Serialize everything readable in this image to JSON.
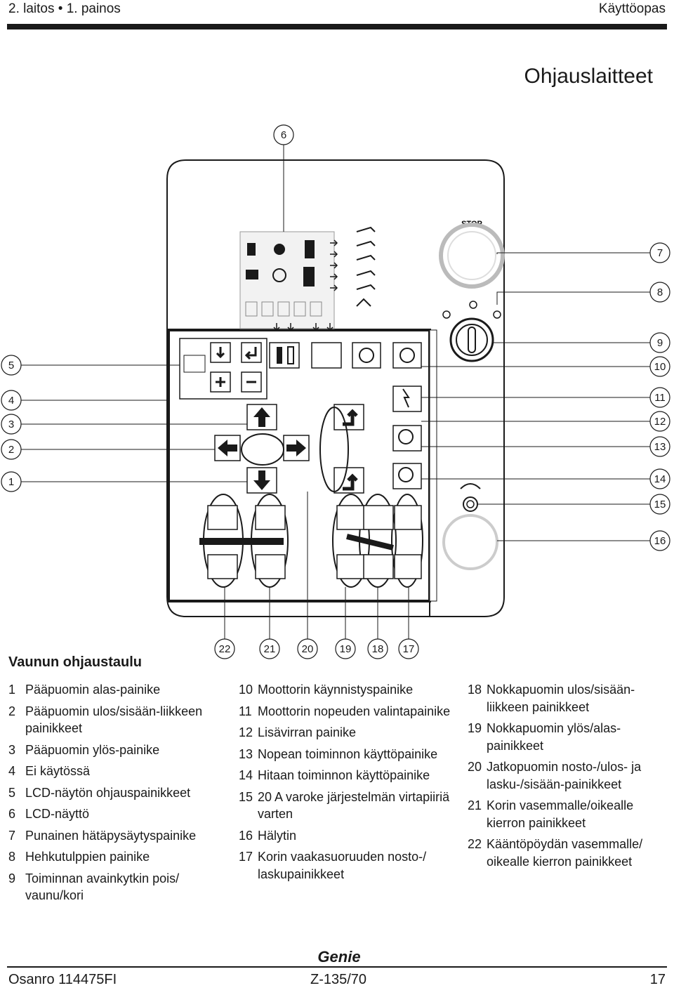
{
  "header": {
    "edition": "2. laitos • 1. painos",
    "manual": "Käyttöopas"
  },
  "section_title": "Ohjauslaitteet",
  "panel": {
    "stop_label": "STOP",
    "callouts": [
      "1",
      "2",
      "3",
      "4",
      "5",
      "6",
      "7",
      "8",
      "9",
      "10",
      "11",
      "12",
      "13",
      "14",
      "15",
      "16",
      "17",
      "18",
      "19",
      "20",
      "21",
      "22"
    ]
  },
  "list_title": "Vaunun ohjaustaulu",
  "columns": [
    [
      {
        "num": "1",
        "text": "Pääpuomin alas-painike"
      },
      {
        "num": "2",
        "text": "Pääpuomin ulos/sisään-liikkeen painikkeet"
      },
      {
        "num": "3",
        "text": "Pääpuomin ylös-painike"
      },
      {
        "num": "4",
        "text": "Ei käytössä"
      },
      {
        "num": "5",
        "text": "LCD-näytön ohjauspainikkeet"
      },
      {
        "num": "6",
        "text": "LCD-näyttö"
      },
      {
        "num": "7",
        "text": "Punainen hätäpysäytyspainike"
      },
      {
        "num": "8",
        "text": "Hehkutulppien painike"
      },
      {
        "num": "9",
        "text": "Toiminnan avainkytkin pois/ vaunu/kori"
      }
    ],
    [
      {
        "num": "10",
        "text": "Moottorin käynnistyspainike"
      },
      {
        "num": "11",
        "text": "Moottorin nopeuden valintapainike"
      },
      {
        "num": "12",
        "text": "Lisävirran painike"
      },
      {
        "num": "13",
        "text": "Nopean toiminnon käyttöpainike"
      },
      {
        "num": "14",
        "text": "Hitaan toiminnon käyttöpainike"
      },
      {
        "num": "15",
        "text": "20 A varoke järjestelmän virtapiiriä varten"
      },
      {
        "num": "16",
        "text": "Hälytin"
      },
      {
        "num": "17",
        "text": "Korin vaakasuoruuden nosto-/ laskupainikkeet"
      }
    ],
    [
      {
        "num": "18",
        "text": "Nokkapuomin ulos/sisään-liikkeen painikkeet"
      },
      {
        "num": "19",
        "text": "Nokkapuomin ylös/alas-painikkeet"
      },
      {
        "num": "20",
        "text": "Jatkopuomin nosto-/ulos- ja lasku-/sisään-painikkeet"
      },
      {
        "num": "21",
        "text": "Korin vasemmalle/oikealle kierron painikkeet"
      },
      {
        "num": "22",
        "text": "Kääntöpöydän vasemmalle/ oikealle kierron painikkeet"
      }
    ]
  ],
  "footer": {
    "part_number": "Osanro 114475FI",
    "model": "Z-135/70",
    "page": "17"
  },
  "logo_text": "Genie"
}
